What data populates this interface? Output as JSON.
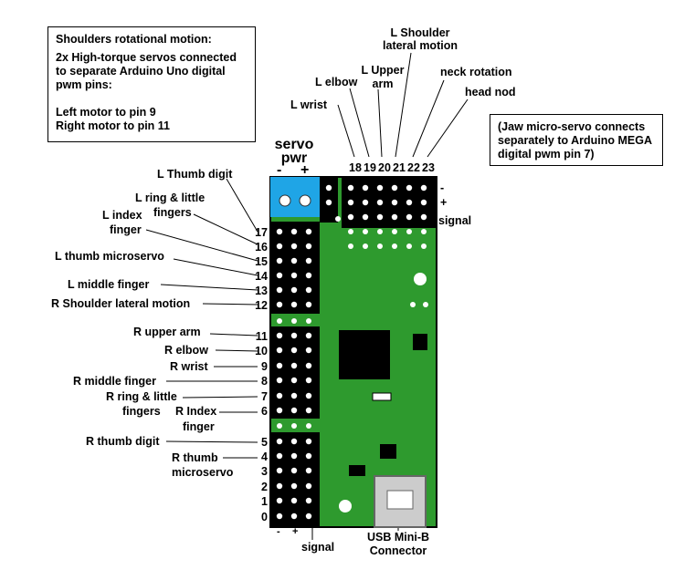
{
  "shoulders_box": {
    "lines": [
      "Shoulders rotational motion:",
      "2x High-torque servos connected",
      "to separate Arduino Uno digital",
      "pwm pins:",
      "",
      "Left motor to pin 9",
      "Right motor to pin 11"
    ]
  },
  "jaw_box": {
    "lines": [
      "(Jaw micro-servo connects",
      "separately to Arduino MEGA",
      "digital pwm pin 7)"
    ]
  },
  "servo_pwr": {
    "line1": "servo",
    "line2": "pwr",
    "minus": "-",
    "plus": "+"
  },
  "top_pins": [
    "18",
    "19",
    "20",
    "21",
    "22",
    "23"
  ],
  "top_labels": {
    "l_wrist": "L wrist",
    "l_elbow": "L elbow",
    "l_upper_arm_1": "L Upper",
    "l_upper_arm_2": "arm",
    "l_shoulder_1": "L Shoulder",
    "l_shoulder_2": "lateral motion",
    "neck_rotation": "neck rotation",
    "head_nod": "head nod"
  },
  "right_rail": {
    "minus": "-",
    "plus": "+",
    "signal": "signal"
  },
  "left_pins": [
    "17",
    "16",
    "15",
    "14",
    "13",
    "12",
    "11",
    "10",
    "9",
    "8",
    "7",
    "6",
    "5",
    "4",
    "3",
    "2",
    "1",
    "0"
  ],
  "left_labels": {
    "l_thumb_digit": "L Thumb digit",
    "l_ring_1": "L ring & little",
    "l_ring_2": "fingers",
    "l_index_1": "L index",
    "l_index_2": "finger",
    "l_thumb_micro": "L thumb microservo",
    "l_middle": "L middle finger",
    "r_shoulder": "R Shoulder lateral motion",
    "r_upper_arm": "R upper arm",
    "r_elbow": "R elbow",
    "r_wrist": "R wrist",
    "r_middle": "R middle finger",
    "r_ring_1": "R ring & little",
    "r_ring_2": "fingers",
    "r_index_1": "R Index",
    "r_index_2": "finger",
    "r_thumb_digit": "R thumb digit",
    "r_thumb_micro_1": "R thumb",
    "r_thumb_micro_2": "microservo"
  },
  "bottom": {
    "minus": "-",
    "plus": "+",
    "signal": "signal",
    "usb_1": "USB Mini-B",
    "usb_2": "Connector"
  },
  "colors": {
    "board_green": "#2e9a2e",
    "header_black": "#000000",
    "terminal_blue": "#1fa5e6",
    "pin_white": "#ffffff"
  }
}
